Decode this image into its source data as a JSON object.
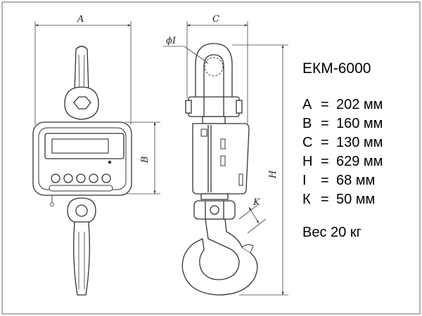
{
  "labels": {
    "dim_a": "A",
    "dim_b": "B",
    "dim_c": "C",
    "dim_h": "H",
    "dim_k": "K",
    "dim_phi": "ϕI"
  },
  "specs": {
    "model": "ЕКМ-6000",
    "rows": [
      {
        "letter": "A",
        "eq": "=",
        "value": "202 мм"
      },
      {
        "letter": "B",
        "eq": "=",
        "value": "160 мм"
      },
      {
        "letter": "C",
        "eq": "=",
        "value": "130 мм"
      },
      {
        "letter": "H",
        "eq": "=",
        "value": "629 мм"
      },
      {
        "letter": "I",
        "eq": "=",
        "value": "68 мм"
      },
      {
        "letter": "К",
        "eq": "=",
        "value": "50 мм"
      }
    ],
    "weight": "Вес 20 кг"
  }
}
